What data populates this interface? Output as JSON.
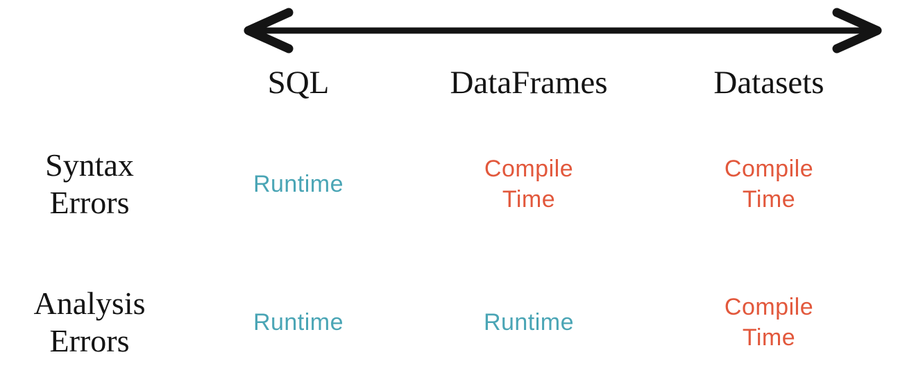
{
  "diagram": {
    "title_arrow": {
      "type": "double-headed-horizontal-arrow",
      "color": "#141414"
    },
    "columns": [
      {
        "label": "SQL"
      },
      {
        "label": "DataFrames"
      },
      {
        "label": "Datasets"
      }
    ],
    "rows": [
      {
        "label": "Syntax Errors",
        "cells": [
          {
            "text": "Runtime",
            "type": "runtime"
          },
          {
            "text": "Compile Time",
            "type": "compile"
          },
          {
            "text": "Compile Time",
            "type": "compile"
          }
        ]
      },
      {
        "label": "Analysis Errors",
        "cells": [
          {
            "text": "Runtime",
            "type": "runtime"
          },
          {
            "text": "Runtime",
            "type": "runtime"
          },
          {
            "text": "Compile Time",
            "type": "compile"
          }
        ]
      }
    ],
    "colors": {
      "runtime": "#4AA5B5",
      "compile": "#E2583C",
      "text": "#141414",
      "background": "#FFFFFF"
    }
  }
}
